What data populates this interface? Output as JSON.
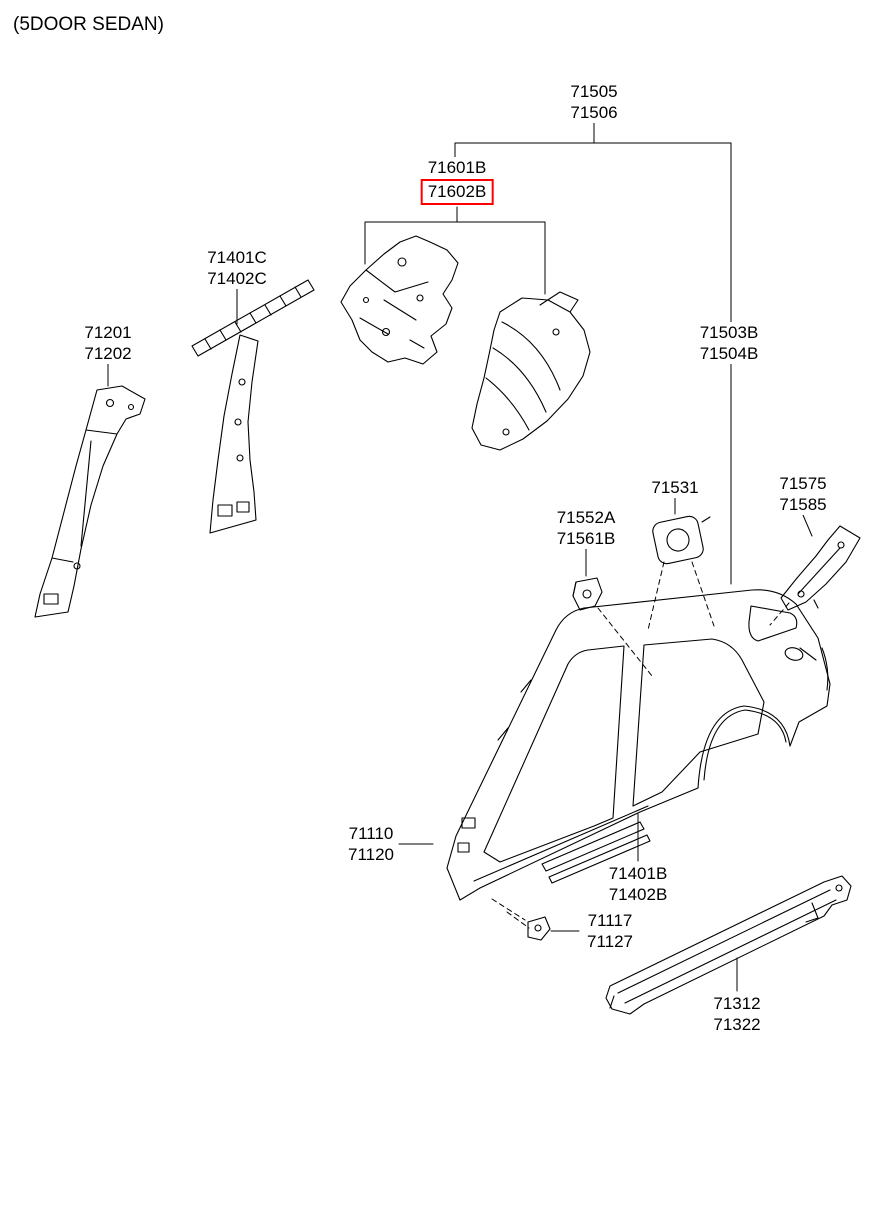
{
  "title": "(5DOOR SEDAN)",
  "colors": {
    "line": "#000000",
    "highlight_box": "#ff0000",
    "background": "#ffffff"
  },
  "selection": {
    "selected_part": "71602B"
  },
  "labels": {
    "p71505": {
      "line1": "71505",
      "line2": "71506"
    },
    "p71601b": {
      "line1": "71601B",
      "line2": "71602B"
    },
    "p71401c": {
      "line1": "71401C",
      "line2": "71402C"
    },
    "p71201": {
      "line1": "71201",
      "line2": "71202"
    },
    "p71503b": {
      "line1": "71503B",
      "line2": "71504B"
    },
    "p71531": {
      "line1": "71531"
    },
    "p71575": {
      "line1": "71575",
      "line2": "71585"
    },
    "p71552a": {
      "line1": "71552A",
      "line2": "71561B"
    },
    "p71110": {
      "line1": "71110",
      "line2": "71120"
    },
    "p71401b": {
      "line1": "71401B",
      "line2": "71402B"
    },
    "p71117": {
      "line1": "71117",
      "line2": "71127"
    },
    "p71312": {
      "line1": "71312",
      "line2": "71322"
    }
  }
}
